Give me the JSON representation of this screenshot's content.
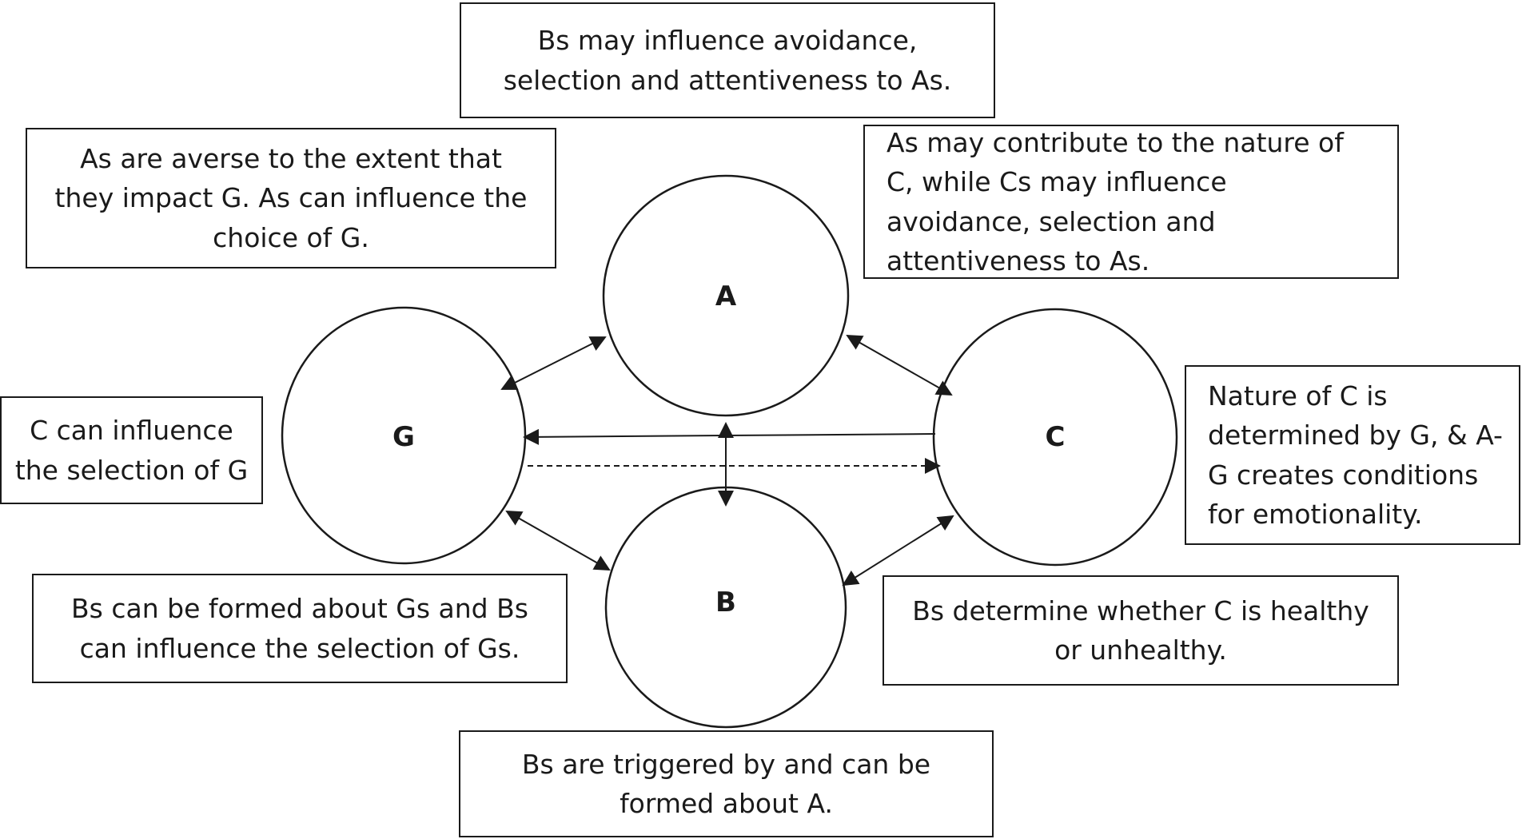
{
  "nodes": {
    "a": "A",
    "b": "B",
    "c": "C",
    "g": "G"
  },
  "notes": {
    "top": "Bs may influence avoidance, selection and attentiveness to As.",
    "top_left": "As are averse to the extent that they impact G. As can influence the choice of G.",
    "top_right": "As may contribute to the nature of C, while Cs may influence avoidance, selection and attentiveness to As.",
    "left": "C can influence the selection of G",
    "right": "Nature of C is determined by G, & A-G creates conditions for emotionality.",
    "bottom_left": "Bs can be formed about Gs and Bs can influence the selection of Gs.",
    "bottom_right": "Bs determine whether C is healthy or unhealthy.",
    "bottom": "Bs are triggered by and can be formed about A."
  },
  "colors": {
    "stroke": "#1a1a1a",
    "background": "#ffffff"
  }
}
